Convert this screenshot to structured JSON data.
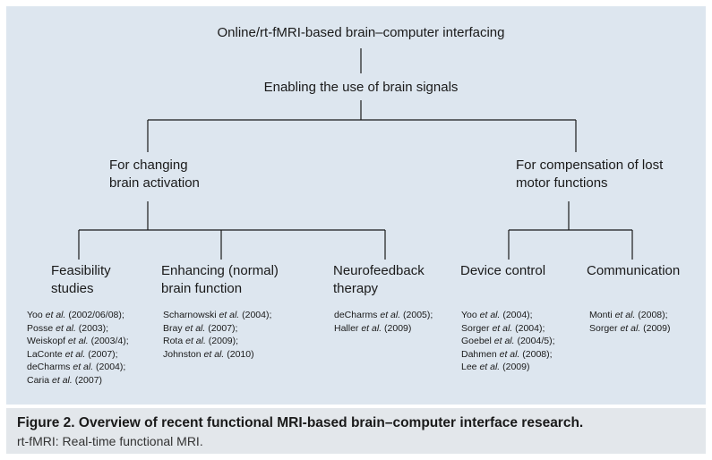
{
  "diagram": {
    "root": "Online/rt-fMRI-based brain–computer interfacing",
    "level1": "Enabling the use of brain signals",
    "branches": [
      {
        "label": [
          "For changing",
          "brain activation"
        ],
        "children": [
          {
            "label": [
              "Feasibility",
              "studies"
            ],
            "refs": [
              {
                "pre": "Yoo ",
                "etal": "et al.",
                "post": " (2002/06/08);"
              },
              {
                "pre": "Posse ",
                "etal": "et al.",
                "post": " (2003);"
              },
              {
                "pre": "Weiskopf ",
                "etal": "et al.",
                "post": " (2003/4);"
              },
              {
                "pre": "LaConte ",
                "etal": "et al.",
                "post": " (2007);"
              },
              {
                "pre": "deCharms ",
                "etal": "et al.",
                "post": " (2004);"
              },
              {
                "pre": "Caria ",
                "etal": "et al.",
                "post": " (2007)"
              }
            ]
          },
          {
            "label": [
              "Enhancing (normal)",
              "brain function"
            ],
            "refs": [
              {
                "pre": "Scharnowski ",
                "etal": "et al.",
                "post": " (2004);"
              },
              {
                "pre": "Bray ",
                "etal": "et al.",
                "post": " (2007);"
              },
              {
                "pre": "Rota ",
                "etal": "et al.",
                "post": " (2009);"
              },
              {
                "pre": "Johnston ",
                "etal": "et al.",
                "post": " (2010)"
              }
            ]
          },
          {
            "label": [
              "Neurofeedback",
              "therapy"
            ],
            "refs": [
              {
                "pre": "deCharms ",
                "etal": "et al.",
                "post": " (2005);"
              },
              {
                "pre": "Haller ",
                "etal": "et al.",
                "post": " (2009)"
              }
            ]
          }
        ]
      },
      {
        "label": [
          "For compensation of lost",
          "motor functions"
        ],
        "children": [
          {
            "label": [
              "Device control"
            ],
            "refs": [
              {
                "pre": "Yoo ",
                "etal": "et al.",
                "post": " (2004);"
              },
              {
                "pre": "Sorger ",
                "etal": "et al.",
                "post": " (2004);"
              },
              {
                "pre": "Goebel ",
                "etal": "et al.",
                "post": " (2004/5);"
              },
              {
                "pre": "Dahmen ",
                "etal": "et al.",
                "post": " (2008);"
              },
              {
                "pre": "Lee ",
                "etal": "et al.",
                "post": " (2009)"
              }
            ]
          },
          {
            "label": [
              "Communication"
            ],
            "refs": [
              {
                "pre": "Monti ",
                "etal": "et al.",
                "post": " (2008);"
              },
              {
                "pre": "Sorger ",
                "etal": "et al.",
                "post": " (2009)"
              }
            ]
          }
        ]
      }
    ]
  },
  "caption": {
    "title": "Figure 2. Overview of recent functional MRI-based brain–computer interface research.",
    "subtitle": "rt-fMRI: Real-time functional MRI."
  },
  "colors": {
    "panel_background": "#dde6ef",
    "caption_background": "#e3e7eb",
    "line": "#1a1a1a"
  }
}
